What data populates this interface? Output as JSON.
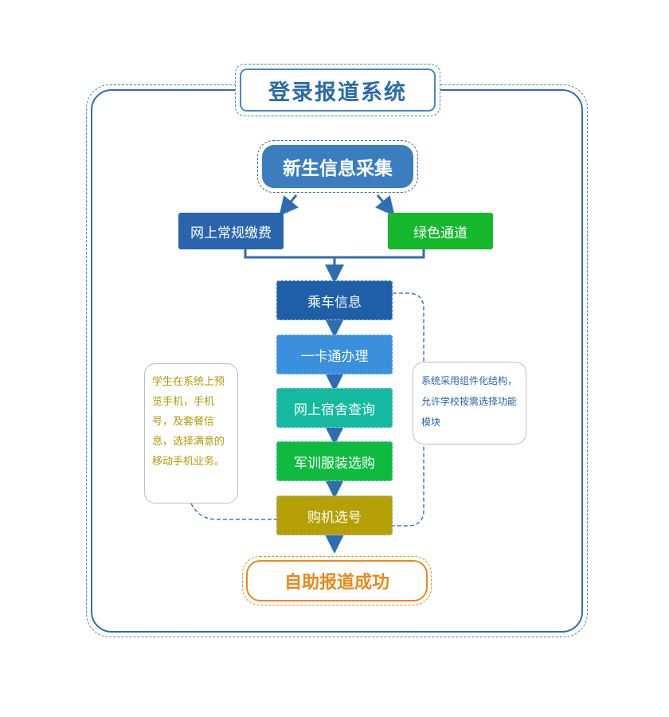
{
  "title": "登录报道系统",
  "start": "新生信息采集",
  "branches": {
    "left": "网上常规缴费",
    "right": "绿色通道"
  },
  "steps": [
    "乘车信息",
    "一卡通办理",
    "网上宿舍查询",
    "军训服装选购",
    "购机选号"
  ],
  "end": "自助报道成功",
  "notes": {
    "left": "学生在系统上预览手机，手机号，及套餐信息，选择满意的移动手机业务。",
    "right": "系统采用组件化结构，允许学校按需选择功能模块"
  }
}
